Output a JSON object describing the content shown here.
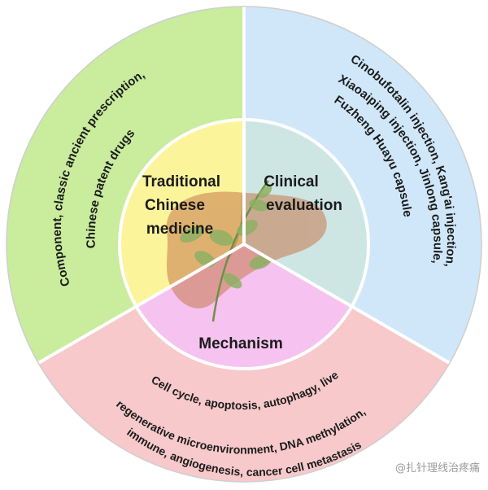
{
  "center": {
    "tcm_title": [
      "Traditional",
      "Chinese",
      "medicine"
    ],
    "clinical_title": [
      "Clinical",
      "evaluation"
    ],
    "mechanism_title": "Mechanism"
  },
  "outer": {
    "left_text": [
      "Component, classic ancient prescription,",
      "Chinese patent drugs"
    ],
    "right_text": [
      "Cinobufotalin injection, Kang'ai injection,",
      "Xiaoaiping injection, Jinlong capsule,",
      "Fuzheng Huayu capsule"
    ],
    "bottom_text": [
      "Cell cycle, apoptosis, autophagy, liver",
      "regenerative microenvironment, DNA methylation,",
      "immune, angiogenesis, cancer cell metastasis"
    ]
  },
  "colors": {
    "outer_left": "#c9ec9d",
    "outer_right": "#cfe7f8",
    "outer_bottom": "#f7c9cb",
    "inner_left": "#fbf49a",
    "inner_right": "#cde6e4",
    "inner_bottom": "#f6c2ef",
    "liver": "#c77a4e",
    "herb": "#8db063",
    "divider": "#ffffff",
    "outline": "#cfcfcf"
  },
  "watermark": "@扎针理线治疼痛"
}
